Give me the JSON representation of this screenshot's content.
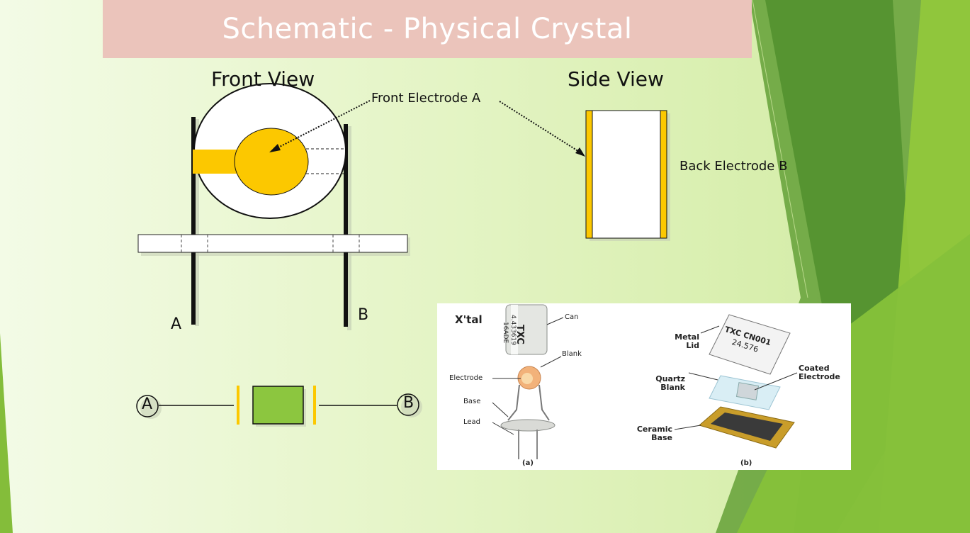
{
  "slide": {
    "title": "Schematic - Physical Crystal"
  },
  "front_view": {
    "title": "Front View",
    "electrode_label": "Front Electrode A",
    "lead_a": "A",
    "lead_b": "B"
  },
  "side_view": {
    "title": "Side View",
    "back_electrode_label": "Back Electrode B"
  },
  "symbol": {
    "terminal_a": "A",
    "terminal_b": "B"
  },
  "photo": {
    "panel_a": {
      "heading": "X'tal",
      "labels": [
        "Can",
        "Blank",
        "Electrode",
        "Base",
        "Lead"
      ],
      "caption": "(a)",
      "marking": [
        "TXC",
        "4.433619",
        "16ADE"
      ]
    },
    "panel_b": {
      "labels": [
        "Metal Lid",
        "Quartz Blank",
        "Coated Electrode",
        "Ceramic Base"
      ],
      "caption": "(b)",
      "marking": [
        "TXC CN001",
        "24.576"
      ]
    }
  },
  "colors": {
    "electrode": "#fcc800",
    "crystal_symbol": "#8cc63f",
    "title_bar": "#ebc4bb",
    "accent_green": "#7cb72b"
  }
}
